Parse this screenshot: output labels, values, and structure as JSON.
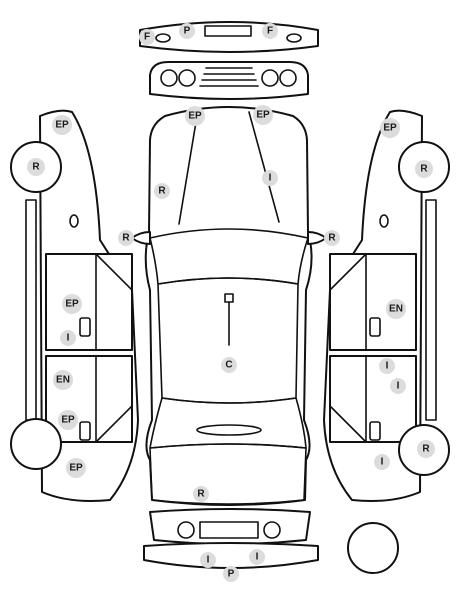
{
  "diagram": {
    "colors": {
      "stroke": "#111111",
      "badge_fill": "#dcdcdc",
      "badge_text": "#1a1a1a"
    },
    "markers": {
      "front_bumper_f_left": "F",
      "front_bumper_p": "P",
      "front_bumper_f_right": "F",
      "hood_ep_left": "EP",
      "hood_ep_right": "EP",
      "hood_r": "R",
      "hood_i": "I",
      "mirror_r_left": "R",
      "mirror_r_right": "R",
      "roof_c": "C",
      "trunk_r": "R",
      "rear_bumper_i_left": "I",
      "rear_bumper_i_right": "I",
      "rear_bumper_p": "P",
      "left_front_fender_ep": "EP",
      "left_front_wheel_r": "R",
      "left_front_door_ep": "EP",
      "left_front_door_i": "I",
      "left_rear_door_en": "EN",
      "left_rear_door_ep": "EP",
      "left_rear_quarter_ep": "EP",
      "right_front_fender_ep": "EP",
      "right_front_wheel_r": "R",
      "right_front_door_en": "EN",
      "right_rear_door_i_upper": "I",
      "right_rear_door_i_lower": "I",
      "right_rear_wheel_r": "R",
      "right_rear_quarter_i": "I"
    }
  }
}
